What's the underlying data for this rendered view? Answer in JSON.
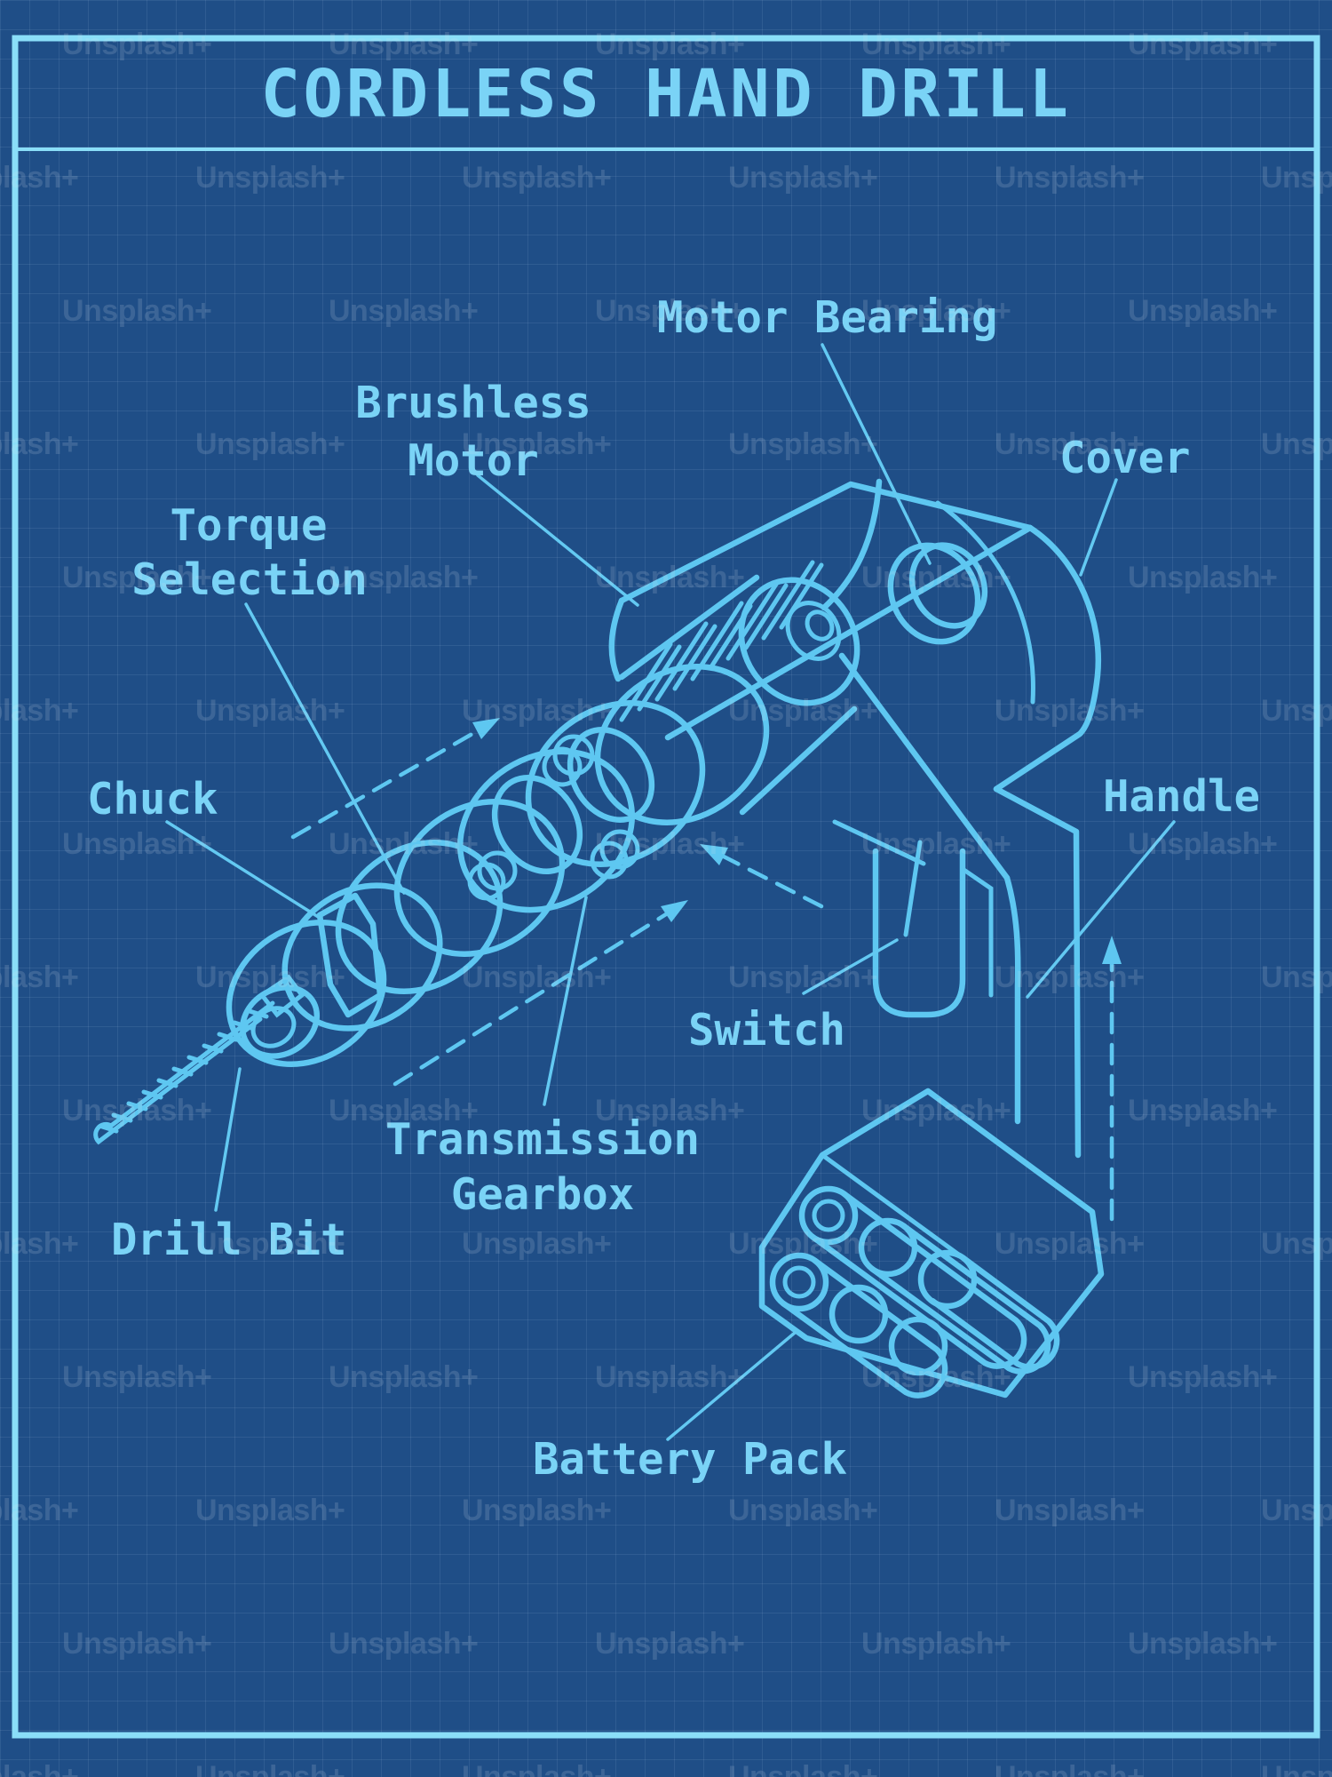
{
  "title": "CORDLESS HAND DRILL",
  "watermark": {
    "text": "Unsplash+"
  },
  "colors": {
    "background": "#1f4e87",
    "line_art": "#5ec7f1",
    "label_text": "#7ad3f6",
    "frame": "#8adef8",
    "grid_line": "rgba(190,212,242,0.10)",
    "watermark": "rgba(210,222,238,0.16)"
  },
  "labels": {
    "motor_bearing": "Motor Bearing",
    "brushless_motor_line1": "Brushless",
    "brushless_motor_line2": "Motor",
    "cover": "Cover",
    "torque_selection_line1": "Torque",
    "torque_selection_line2": "Selection",
    "chuck": "Chuck",
    "handle": "Handle",
    "switch": "Switch",
    "transmission_gearbox_line1": "Transmission",
    "transmission_gearbox_line2": "Gearbox",
    "drill_bit": "Drill Bit",
    "battery_pack": "Battery Pack"
  }
}
